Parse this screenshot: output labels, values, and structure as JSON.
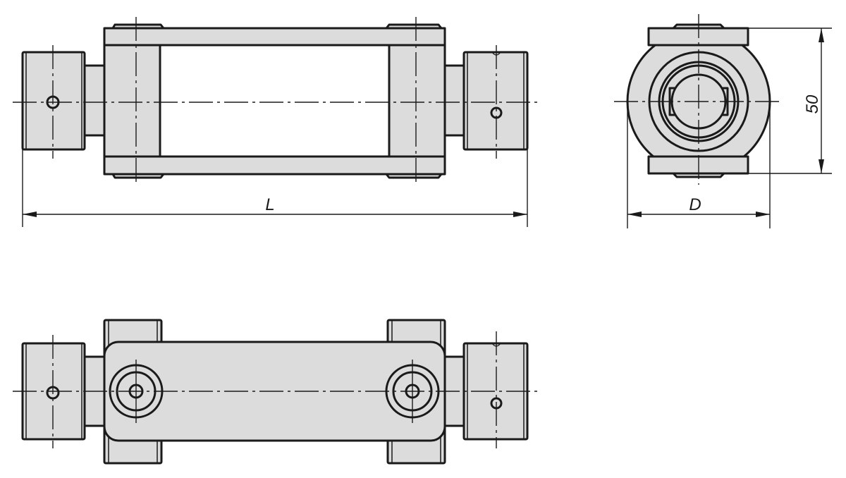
{
  "dimensions": {
    "length_label": "L",
    "diameter_label": "D",
    "height_value": "50"
  },
  "colors": {
    "part_fill": "#dcdcdc",
    "line": "#1a1a1a"
  }
}
